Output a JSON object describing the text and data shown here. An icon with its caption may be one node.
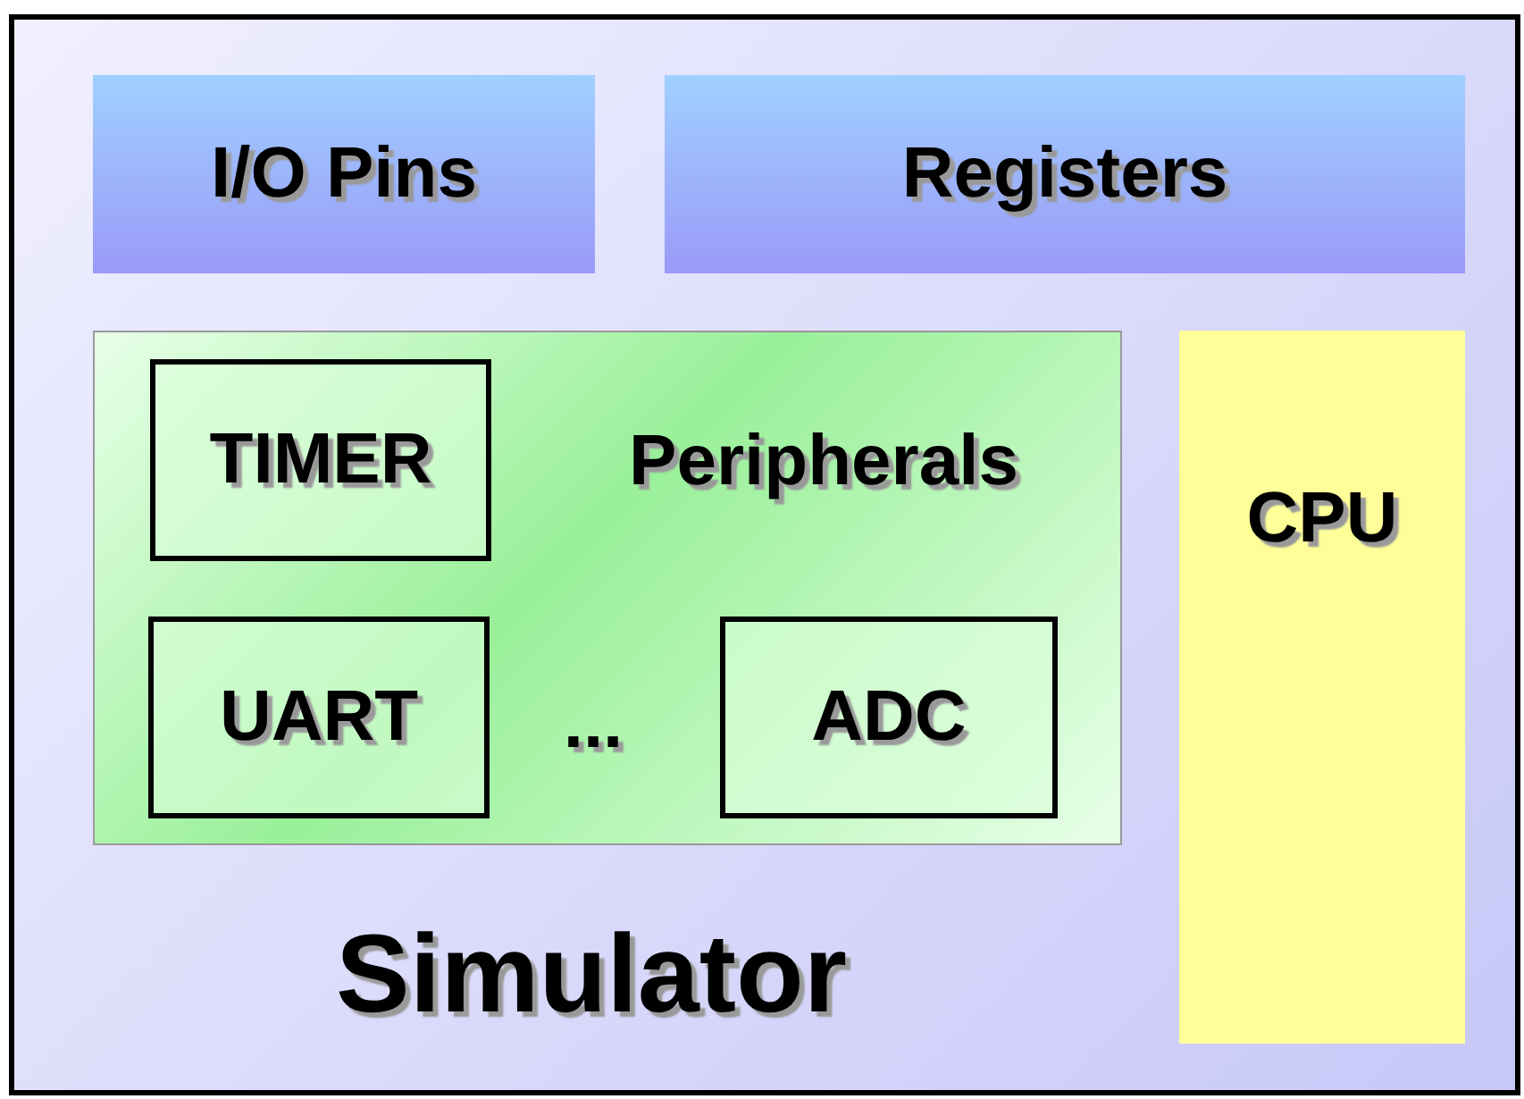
{
  "diagram": {
    "nodes": [
      {
        "text": [
          "Simulator"
        ]
      },
      {
        "text": [
          "I/O Pins"
        ],
        "in": 0
      },
      {
        "text": [
          "Registers"
        ],
        "in": 0
      },
      {
        "text": [
          "Peripherals",
          "..."
        ],
        "in": 0
      },
      {
        "text": [
          "TIMER"
        ],
        "in": 3
      },
      {
        "text": [
          "UART"
        ],
        "in": 3
      },
      {
        "text": [
          "ADC"
        ],
        "in": 3
      },
      {
        "text": [
          "CPU"
        ],
        "in": 0
      }
    ]
  }
}
